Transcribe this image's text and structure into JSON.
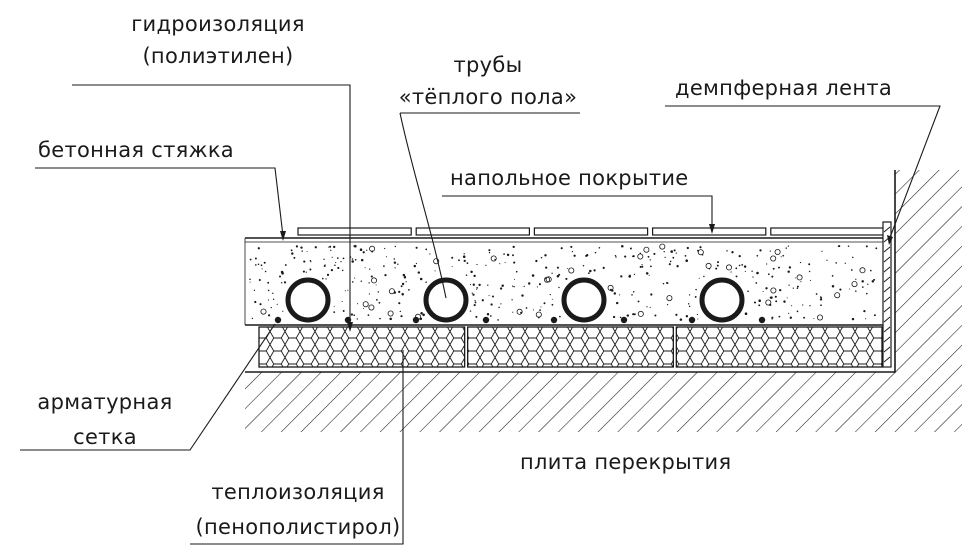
{
  "labels": {
    "waterproofing_line1": "гидроизоляция",
    "waterproofing_line2": "(полиэтилен)",
    "pipes_line1": "трубы",
    "pipes_line2": "«тёплого пола»",
    "damper_tape": "демпферная лента",
    "concrete_screed": "бетонная стяжка",
    "floor_covering": "напольное покрытие",
    "reinforcing_mesh_line1": "арматурная",
    "reinforcing_mesh_line2": "сетка",
    "floor_slab": "плита перекрытия",
    "insulation_line1": "теплоизоляция",
    "insulation_line2": "(пенополистирол)"
  },
  "colors": {
    "line": "#1a1a1a",
    "background": "#ffffff"
  },
  "counts": {
    "pipes": 4,
    "floor_tiles": 5,
    "insulation_boards": 3
  }
}
